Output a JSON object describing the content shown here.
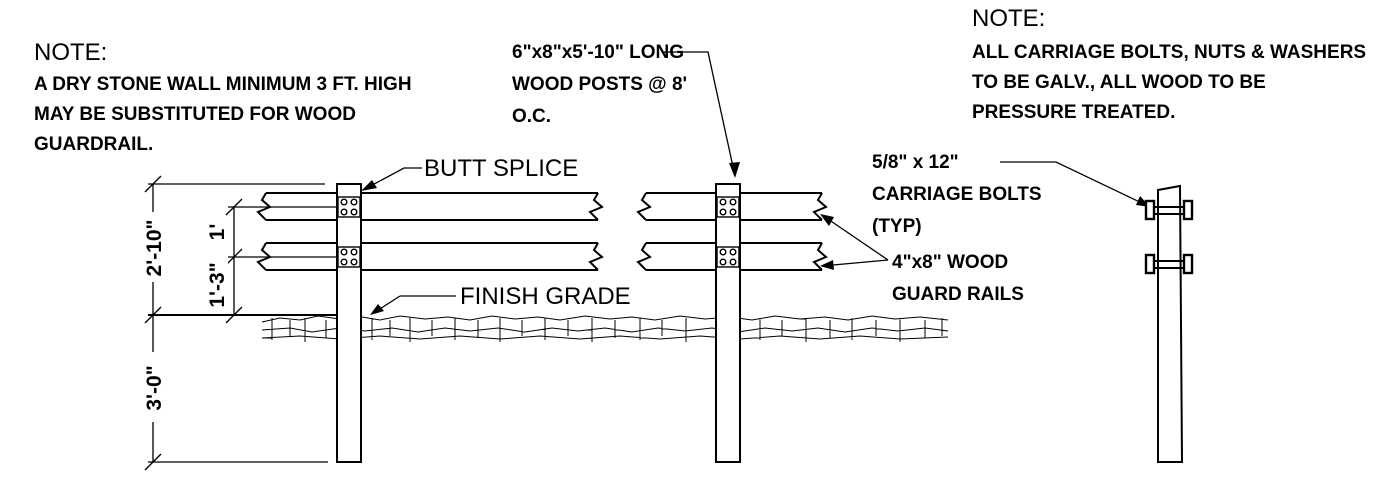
{
  "notes": {
    "left": {
      "heading": "NOTE:",
      "lines": [
        "A DRY STONE WALL MINIMUM 3 FT. HIGH",
        "MAY BE SUBSTITUTED FOR WOOD",
        "GUARDRAIL."
      ]
    },
    "right": {
      "heading": "NOTE:",
      "lines": [
        "ALL CARRIAGE BOLTS, NUTS & WASHERS",
        "TO BE GALV., ALL WOOD TO BE",
        "PRESSURE TREATED."
      ]
    }
  },
  "callouts": {
    "posts": [
      "6\"x8\"x5'-10\" LONG",
      "WOOD POSTS @ 8'",
      "O.C."
    ],
    "butt_splice": "BUTT SPLICE",
    "finish_grade": "FINISH GRADE",
    "bolts": [
      "5/8\" x 12\"",
      "CARRIAGE BOLTS",
      "(TYP)"
    ],
    "rails": [
      "4\"x8\" WOOD",
      "GUARD RAILS"
    ]
  },
  "dimensions": {
    "total_above_grade": "2'-10\"",
    "rail_spacing": "1'",
    "bottom_rail_height": "1'-3\"",
    "embedment": "3'-0\""
  }
}
